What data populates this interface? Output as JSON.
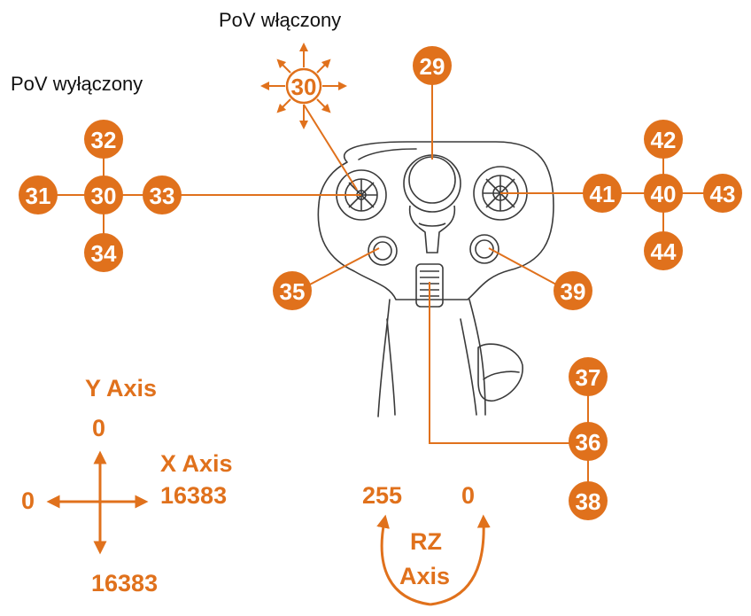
{
  "colors": {
    "accent": "#e0711c",
    "line": "#e0711c",
    "outline": "#3a3a3a",
    "badge_text": "#ffffff"
  },
  "labels": {
    "pov_on": "PoV włączony",
    "pov_off": "PoV wyłączony"
  },
  "buttons": {
    "b29": "29",
    "b30_on": "30",
    "b30_off": "30",
    "b31": "31",
    "b32": "32",
    "b33": "33",
    "b34": "34",
    "b35": "35",
    "b36": "36",
    "b37": "37",
    "b38": "38",
    "b39": "39",
    "b40": "40",
    "b41": "41",
    "b42": "42",
    "b43": "43",
    "b44": "44"
  },
  "axes": {
    "y_title": "Y Axis",
    "y_min": "0",
    "y_max": "16383",
    "x_title": "X Axis",
    "x_min": "0",
    "x_max": "16383",
    "rz_left": "255",
    "rz_right": "0",
    "rz_title_1": "RZ",
    "rz_title_2": "Axis"
  }
}
